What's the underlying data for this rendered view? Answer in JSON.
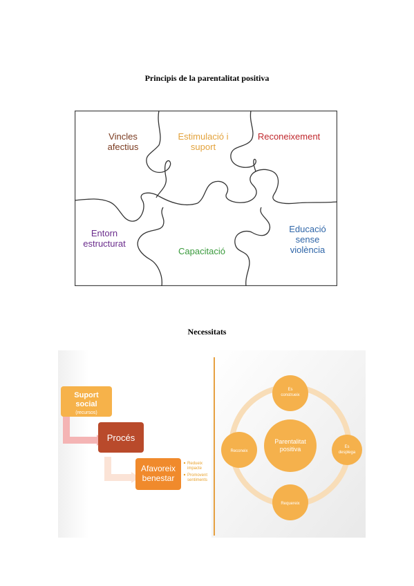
{
  "section1": {
    "title": "Principis de la parentalitat positiva",
    "pieces": [
      {
        "id": "vincles",
        "lines": [
          "Vincles",
          "afectius"
        ],
        "color": "#7a3a1f"
      },
      {
        "id": "estimulacio",
        "lines": [
          "Estimulació i",
          "suport"
        ],
        "color": "#e3a23b"
      },
      {
        "id": "reconeixement",
        "lines": [
          "Reconeixement"
        ],
        "color": "#c0282d"
      },
      {
        "id": "entorn",
        "lines": [
          "Entorn",
          "estructurat"
        ],
        "color": "#6a2c8c"
      },
      {
        "id": "capacitacio",
        "lines": [
          "Capacitació"
        ],
        "color": "#3a9a3c"
      },
      {
        "id": "educacio",
        "lines": [
          "Educació",
          "sense",
          "violència"
        ],
        "color": "#2f66a8"
      }
    ]
  },
  "section2": {
    "title": "Necessitats",
    "flow": {
      "box1": {
        "title_lines": [
          "Suport",
          "social"
        ],
        "sub": "(recursos)"
      },
      "box2": {
        "title": "Procés"
      },
      "box3": {
        "title_lines": [
          "Afavoreix",
          "benestar"
        ]
      },
      "bullets": [
        [
          "Redueix",
          "impacte"
        ],
        [
          "Promovent",
          "sentiments"
        ]
      ]
    },
    "cycle": {
      "center_lines": [
        "Parentalitat",
        "positiva"
      ],
      "top_lines": [
        "Es",
        "construeix"
      ],
      "right_lines": [
        "Es",
        "desplega"
      ],
      "bottom": "Requereix",
      "left": "Reconeix"
    }
  },
  "colors": {
    "orange_light": "#f6b24a",
    "orange": "#f08a2c",
    "red_brown": "#b94a2b",
    "pink": "#f4b4b4",
    "ring": "#f8ddb8",
    "circle": "#f5b14c",
    "divider": "#e6a040"
  }
}
